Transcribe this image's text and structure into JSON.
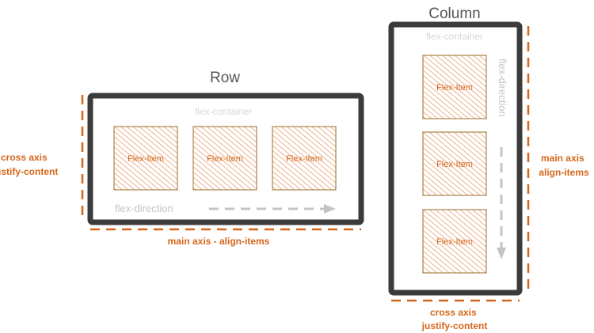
{
  "colors": {
    "frame": "#3b3b3b",
    "accent": "#d4661a",
    "item_fill": "#f6c9a8",
    "item_stroke": "#a8844a",
    "hatch": "#e08a4f",
    "faint": "#d6d6d6",
    "arrow": "#c4c4c4"
  },
  "row": {
    "title": "Row",
    "container_label": "flex-container",
    "items": [
      "Flex-Item",
      "Flex-Item",
      "Flex-Item"
    ],
    "direction_label": "flex-direction",
    "left_label": [
      "cross axis",
      "justify-content"
    ],
    "bottom_label": "main axis - align-items"
  },
  "column": {
    "title": "Column",
    "container_label": "flex-container",
    "items": [
      "Flex-Item",
      "Flex-Item",
      "Flex-Item"
    ],
    "direction_label": "flex-direction",
    "right_label": [
      "main axis",
      "align-items"
    ],
    "bottom_label": [
      "cross axis",
      "justify-content"
    ]
  }
}
